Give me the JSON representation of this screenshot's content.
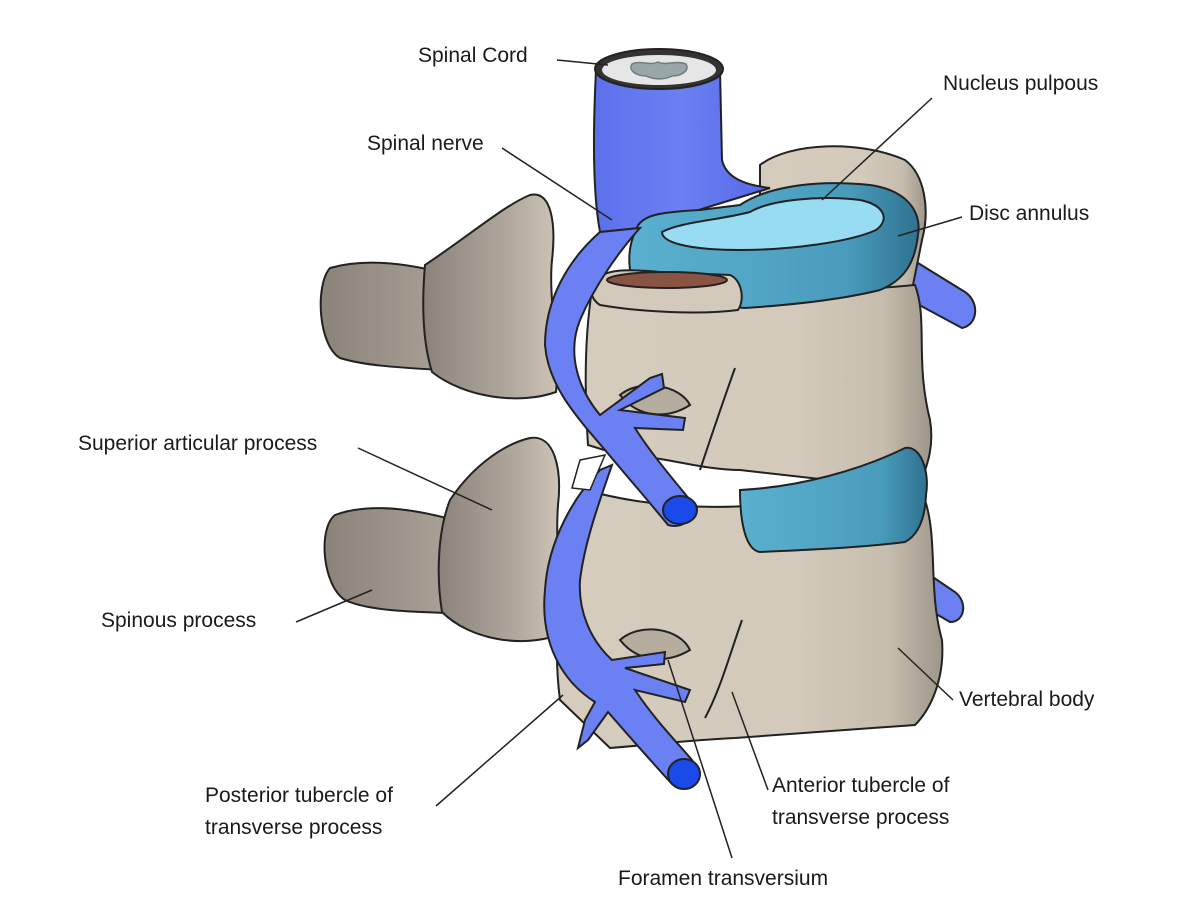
{
  "labels": {
    "spinal_cord": "Spinal Cord",
    "spinal_nerve": "Spinal nerve",
    "nucleus_pulpous": "Nucleus pulpous",
    "disc_annulus": "Disc annulus",
    "superior_articular_process": "Superior articular process",
    "spinous_process": "Spinous process",
    "vertebral_body": "Vertebral body",
    "posterior_tubercle": [
      "Posterior tubercle of",
      "transverse process"
    ],
    "anterior_tubercle": [
      "Anterior tubercle of",
      "transverse process"
    ],
    "foramen_transversium": "Foramen transversium"
  },
  "colors": {
    "bone": "#d3cabb",
    "bone_shadow": "#8d857a",
    "nerve": "#6b80f2",
    "nerve_dark": "#1a4bea",
    "disc": "#4f9fbe",
    "disc_dark": "#2e7a98",
    "nucleus": "#97dcf2",
    "cord_cut": "#8a5445",
    "outline": "#222222"
  }
}
